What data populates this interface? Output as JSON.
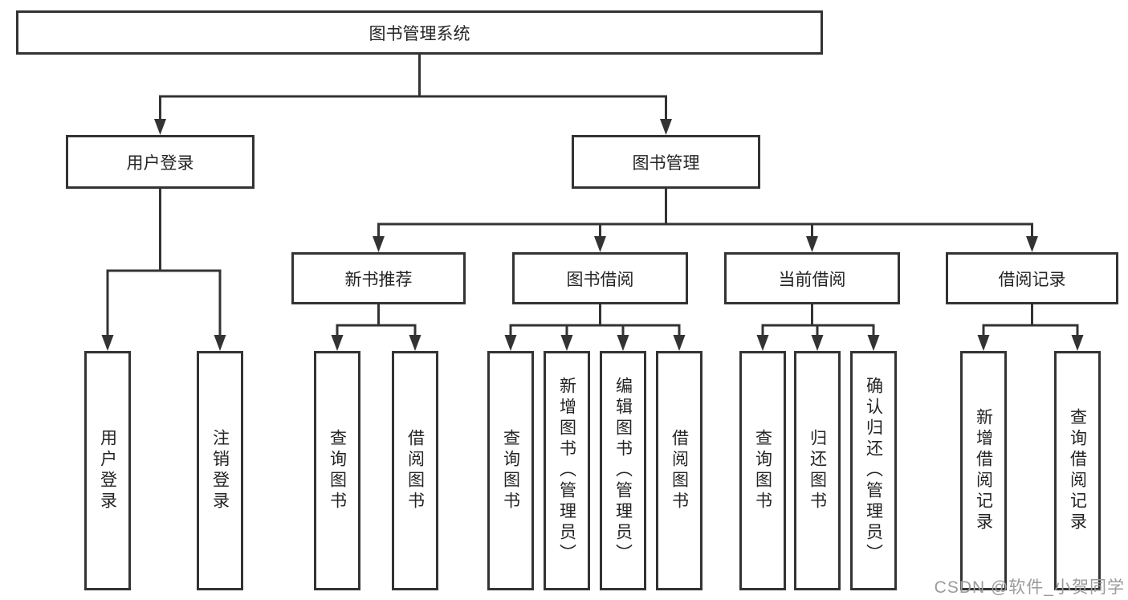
{
  "diagram": {
    "title_node": {
      "label": "图书管理系统"
    },
    "level2": [
      {
        "label": "用户登录"
      },
      {
        "label": "图书管理"
      }
    ],
    "level3": [
      {
        "label": "新书推荐"
      },
      {
        "label": "图书借阅"
      },
      {
        "label": "当前借阅"
      },
      {
        "label": "借阅记录"
      }
    ],
    "leaves": [
      {
        "label": "用户登录"
      },
      {
        "label": "注销登录"
      },
      {
        "label": "查询图书"
      },
      {
        "label": "借阅图书"
      },
      {
        "label": "查询图书"
      },
      {
        "label": "新增图书（管理员）"
      },
      {
        "label": "编辑图书（管理员）"
      },
      {
        "label": "借阅图书"
      },
      {
        "label": "查询图书"
      },
      {
        "label": "归还图书"
      },
      {
        "label": "确认归还（管理员）"
      },
      {
        "label": "新增借阅记录"
      },
      {
        "label": "查询借阅记录"
      }
    ],
    "watermark": "CSDN @软件_小贺同学",
    "colors": {
      "line": "#333333",
      "text": "#242424",
      "background": "#ffffff",
      "watermark": "#9b9b9b"
    }
  }
}
